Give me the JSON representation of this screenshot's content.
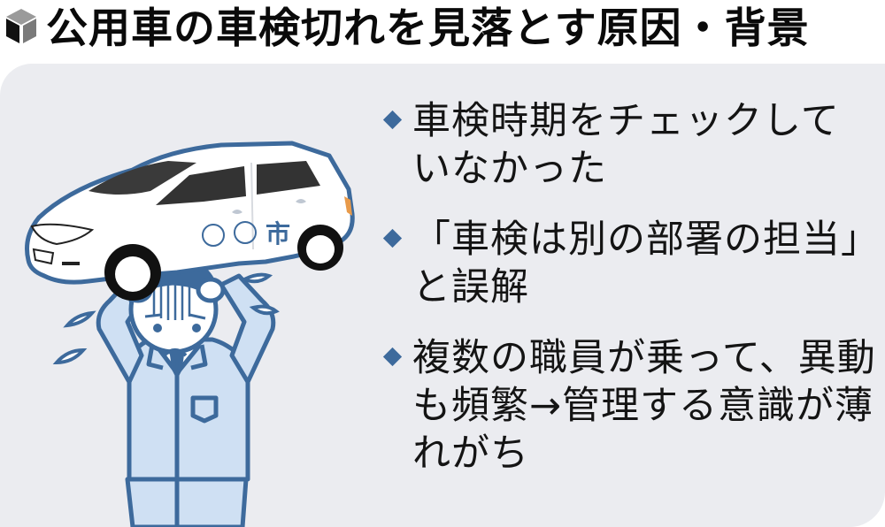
{
  "header": {
    "icon": "cube-icon",
    "title": "公用車の車検切れを見落とす原因・背景"
  },
  "illustration": {
    "car_label": "○○市",
    "description": "white city car above a distressed city employee holding his head, sweat drops"
  },
  "reasons": [
    {
      "bullet": "diamond-icon",
      "text": "車検時期をチェックしていなかった"
    },
    {
      "bullet": "diamond-icon",
      "text": "「車検は別の部署の担当」と誤解"
    },
    {
      "bullet": "diamond-icon",
      "text": "複数の職員が乗って、異動も頻繁→管理する意識が薄れがち"
    }
  ],
  "colors": {
    "panel_bg": "#ebecf0",
    "accent_blue": "#3d6a9c",
    "uniform_light_blue": "#cfe0f3",
    "title_text": "#0a0a0a"
  }
}
